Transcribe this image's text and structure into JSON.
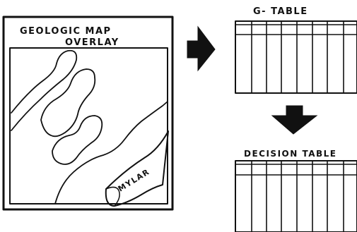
{
  "overlay": {
    "title_line1": "GEOLOGIC MAP",
    "title_line2": "OVERLAY",
    "corner_label": "MYLAR"
  },
  "g_table": {
    "title": "G- TABLE"
  },
  "decision_table": {
    "title": "DECISION TABLE"
  }
}
